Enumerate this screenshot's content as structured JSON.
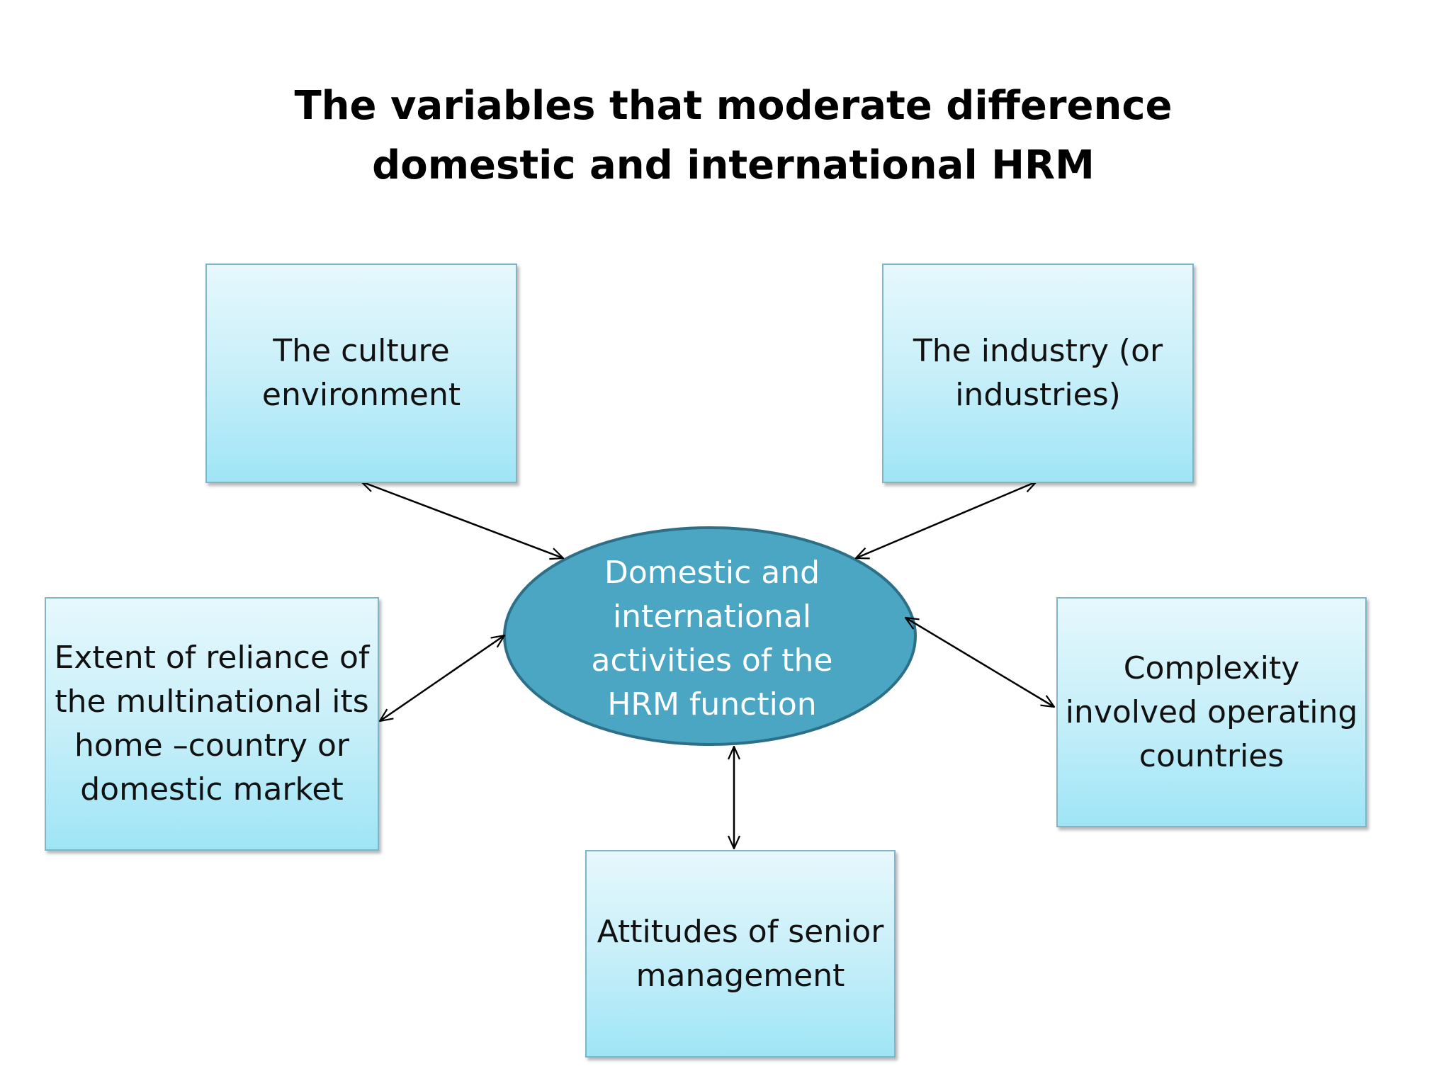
{
  "title": {
    "line1": "The variables that moderate difference",
    "line2": "domestic and international HRM"
  },
  "center": {
    "lines": [
      "Domestic and",
      "international",
      "activities of the",
      "HRM function"
    ]
  },
  "boxes": {
    "culture": {
      "lines": [
        "The culture",
        "environment"
      ]
    },
    "industry": {
      "lines": [
        "The industry (or",
        "industries)"
      ]
    },
    "reliance": {
      "lines": [
        "Extent of reliance of",
        "the multinational its",
        "home –country or",
        "domestic market"
      ]
    },
    "complexity": {
      "lines": [
        "Complexity",
        "involved operating",
        "countries"
      ]
    },
    "attitudes": {
      "lines": [
        "Attitudes of senior",
        "management"
      ]
    }
  },
  "colors": {
    "ellipse_fill": "#4aa6c2",
    "ellipse_stroke": "#2d6f87",
    "box_border": "#7fb5c7",
    "arrow": "#000000"
  }
}
